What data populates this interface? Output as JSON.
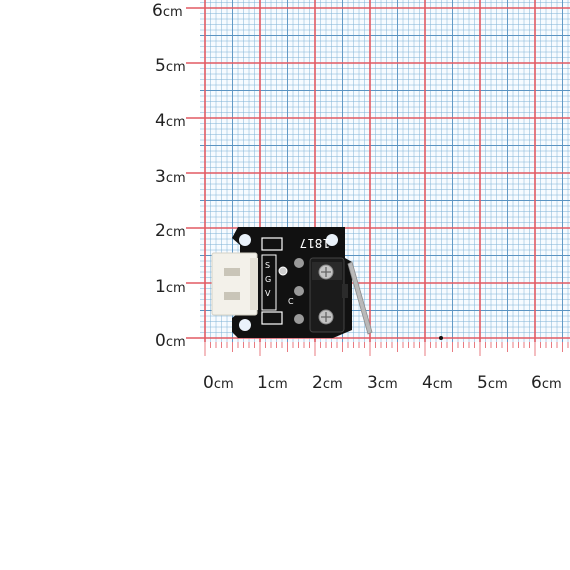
{
  "y_axis": {
    "unit": "cm",
    "labels": [
      "0",
      "1",
      "2",
      "3",
      "4",
      "5",
      "6"
    ]
  },
  "x_axis": {
    "unit": "cm",
    "labels": [
      "0",
      "1",
      "2",
      "3",
      "4",
      "5",
      "6"
    ]
  },
  "board": {
    "silkscreen": [
      "1817",
      "S",
      "G",
      "V",
      "C"
    ]
  },
  "colors": {
    "grid_major": "#e25a63",
    "grid_minor": "#7fb2d6",
    "board": "#111111",
    "connector": "#f3f1ea",
    "switch_lever": "#b9b9b9"
  }
}
